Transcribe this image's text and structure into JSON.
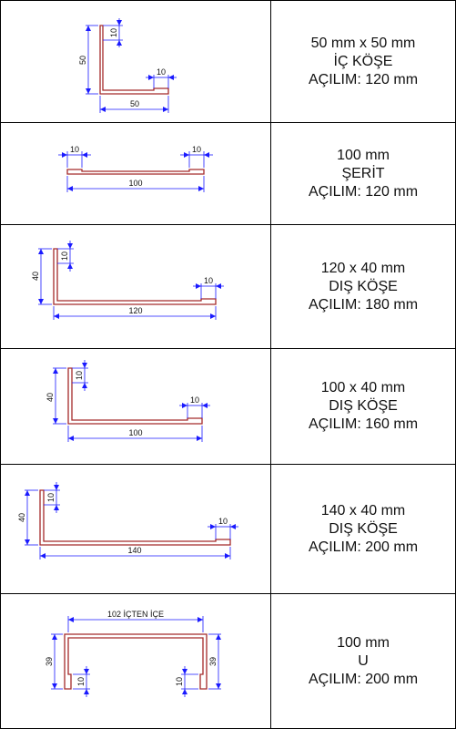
{
  "colors": {
    "profile": "#a52a2a",
    "dimension": "#1a1aff",
    "grid": "#000000",
    "text": "#111111"
  },
  "rows": [
    {
      "title": "50 mm x 50 mm",
      "type": "İÇ KÖŞE",
      "acilim": "AÇILIM: 120 mm",
      "dims": {
        "height": "50",
        "top_flange": "10",
        "bottom_flange": "10",
        "base": "50"
      }
    },
    {
      "title": "100 mm",
      "type": "ŞERİT",
      "acilim": "AÇILIM: 120 mm",
      "dims": {
        "left_flange": "10",
        "right_flange": "10",
        "base": "100"
      }
    },
    {
      "title": "120 x 40 mm",
      "type": "DIŞ KÖŞE",
      "acilim": "AÇILIM: 180 mm",
      "dims": {
        "height": "40",
        "top_flange": "10",
        "bottom_flange": "10",
        "base": "120"
      }
    },
    {
      "title": "100 x 40 mm",
      "type": "DIŞ KÖŞE",
      "acilim": "AÇILIM: 160 mm",
      "dims": {
        "height": "40",
        "top_flange": "10",
        "bottom_flange": "10",
        "base": "100"
      }
    },
    {
      "title": "140 x 40 mm",
      "type": "DIŞ KÖŞE",
      "acilim": "AÇILIM: 200 mm",
      "dims": {
        "height": "40",
        "top_flange": "10",
        "bottom_flange": "10",
        "base": "140"
      }
    },
    {
      "title": "100 mm",
      "type": "U",
      "acilim": "AÇILIM: 200 mm",
      "dims": {
        "top": "102 İÇTEN İÇE",
        "left_height": "39",
        "right_height": "39",
        "left_flange": "10",
        "right_flange": "10"
      }
    }
  ]
}
